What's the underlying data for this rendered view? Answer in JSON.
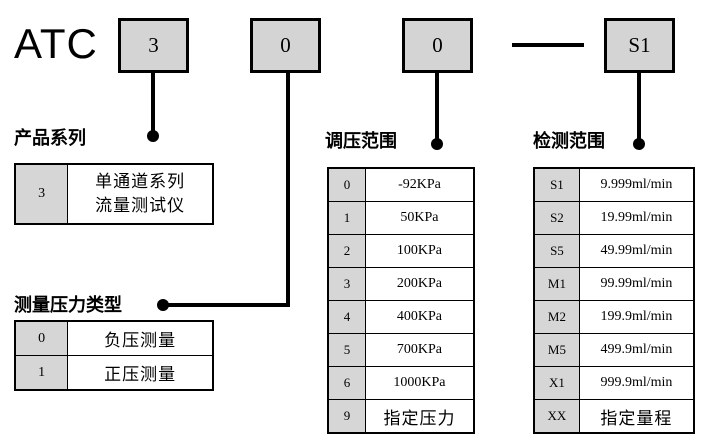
{
  "diagram": {
    "type": "model-number-breakdown",
    "prefix": "ATC"
  },
  "model_code": {
    "prefix_label": "ATC",
    "separator": "—",
    "boxes": [
      {
        "name": "series",
        "value": "3"
      },
      {
        "name": "pressure-type",
        "value": "0"
      },
      {
        "name": "pressure-range",
        "value": "0"
      },
      {
        "name": "detect-range",
        "value": "S1"
      }
    ]
  },
  "sections": {
    "series": {
      "label": "产品系列",
      "rows": [
        {
          "code": "3",
          "desc_line1": "单通道系列",
          "desc_line2": "流量测试仪"
        }
      ]
    },
    "pressure_type": {
      "label": "测量压力类型",
      "rows": [
        {
          "code": "0",
          "desc": "负压测量"
        },
        {
          "code": "1",
          "desc": "正压测量"
        }
      ]
    },
    "pressure_range": {
      "label": "调压范围",
      "rows": [
        {
          "code": "0",
          "desc": "-92KPa"
        },
        {
          "code": "1",
          "desc": "50KPa"
        },
        {
          "code": "2",
          "desc": "100KPa"
        },
        {
          "code": "3",
          "desc": "200KPa"
        },
        {
          "code": "4",
          "desc": "400KPa"
        },
        {
          "code": "5",
          "desc": "700KPa"
        },
        {
          "code": "6",
          "desc": "1000KPa"
        },
        {
          "code": "9",
          "desc": "指定压力"
        }
      ]
    },
    "detection_range": {
      "label": "检测范围",
      "rows": [
        {
          "code": "S1",
          "desc": "9.999ml/min"
        },
        {
          "code": "S2",
          "desc": "19.99ml/min"
        },
        {
          "code": "S5",
          "desc": "49.99ml/min"
        },
        {
          "code": "M1",
          "desc": "99.99ml/min"
        },
        {
          "code": "M2",
          "desc": "199.9ml/min"
        },
        {
          "code": "M5",
          "desc": "499.9ml/min"
        },
        {
          "code": "X1",
          "desc": "999.9ml/min"
        },
        {
          "code": "XX",
          "desc": "指定量程"
        }
      ]
    }
  },
  "colors": {
    "box_fill": "#d4d4d4",
    "cell_fill": "#d6d6d6",
    "line": "#000000",
    "background": "#ffffff"
  }
}
